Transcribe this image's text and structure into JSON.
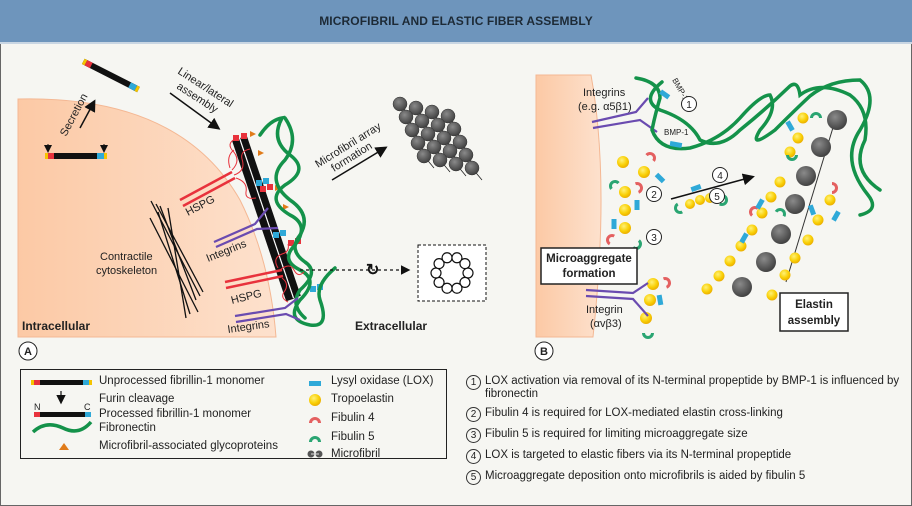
{
  "title": "MICROFIBRIL AND ELASTIC FIBER ASSEMBLY",
  "panel_a": {
    "badge": "A",
    "labels": {
      "secretion": "Secretion",
      "linear_lateral_line1": "Linear/lateral",
      "linear_lateral_line2": "assembly",
      "hspg_top": "HSPG",
      "hspg_bottom": "HSPG",
      "integrins_top": "Integrins",
      "integrins_bottom": "Integrins",
      "contractile_line1": "Contractile",
      "contractile_line2": "cytoskeleton",
      "intracellular": "Intracellular",
      "extracellular": "Extracellular",
      "microfibril_array_line1": "Microfibril array",
      "microfibril_array_line2": "formation"
    }
  },
  "panel_b": {
    "badge": "B",
    "labels": {
      "integrins_line1": "Integrins",
      "integrins_line2": "(e.g. α5β1)",
      "bmp1_top": "BMP-1",
      "bmp1_mid": "BMP-1",
      "microaggregate_line1": "Microaggregate",
      "microaggregate_line2": "formation",
      "integrin_line1": "Integrin",
      "integrin_line2": "(αvβ3)",
      "elastin_line1": "Elastin",
      "elastin_line2": "assembly"
    },
    "step_markers": [
      "1",
      "2",
      "3",
      "4",
      "5"
    ]
  },
  "legend": {
    "left": [
      {
        "icon": "unprocessed-fibrillin-icon",
        "label": "Unprocessed fibrillin-1 monomer"
      },
      {
        "icon": "furin-arrow-icon",
        "label": "Furin cleavage"
      },
      {
        "icon": "processed-fibrillin-icon",
        "label": "Processed fibrillin-1 monomer",
        "n_label": "N",
        "c_label": "C"
      },
      {
        "icon": "fibronectin-icon",
        "label": "Fibronectin"
      },
      {
        "icon": "triangle-icon",
        "label": "Microfibril-associated glycoproteins"
      }
    ],
    "right": [
      {
        "icon": "lox-icon",
        "label": "Lysyl oxidase (LOX)"
      },
      {
        "icon": "tropoelastin-icon",
        "label": "Tropoelastin"
      },
      {
        "icon": "fibulin4-icon",
        "label": "Fibulin 4"
      },
      {
        "icon": "fibulin5-icon",
        "label": "Fibulin 5"
      },
      {
        "icon": "microfibril-icon",
        "label": "Microfibril"
      }
    ]
  },
  "notes": [
    {
      "num": "1",
      "text": "LOX activation via removal of its N-terminal propeptide by BMP-1 is influenced by fibronectin"
    },
    {
      "num": "2",
      "text": "Fibulin 4 is required for LOX-mediated elastin cross-linking"
    },
    {
      "num": "3",
      "text": "Fibulin 5 is required for limiting microaggregate size"
    },
    {
      "num": "4",
      "text": "LOX is targeted to elastic fibers via its N-terminal propeptide"
    },
    {
      "num": "5",
      "text": "Microaggregate deposition onto microfibrils is aided by fibulin 5"
    }
  ],
  "colors": {
    "header": "#6e95bc",
    "fibronectin": "#14924a",
    "hspg": "#e8323c",
    "integrin": "#6a4bb0",
    "lox": "#2fa9d8",
    "tropoelastin": "#f7c600",
    "fibulin4": "#e46060",
    "fibulin5": "#2aa572",
    "microfibril": "#555555",
    "mag": "#e07b1a",
    "cell": "#fbd5bb"
  }
}
